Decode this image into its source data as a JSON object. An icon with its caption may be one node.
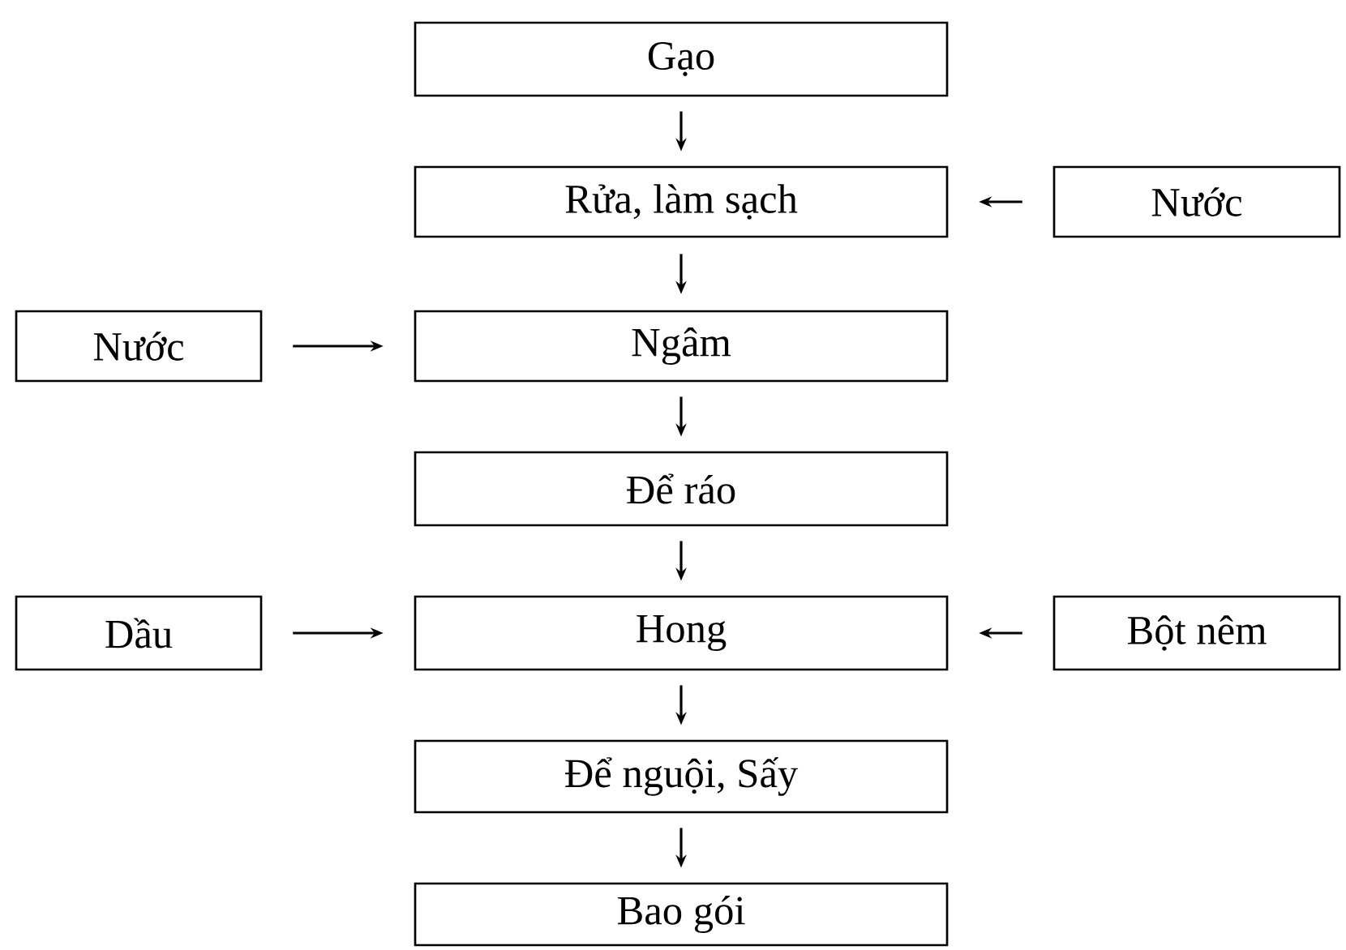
{
  "diagram": {
    "nodes": [
      {
        "text": [
          "Gạo"
        ]
      },
      {
        "text": [
          "Rửa, làm sạch"
        ]
      },
      {
        "text": [
          "Nước"
        ]
      },
      {
        "text": [
          "Nước"
        ]
      },
      {
        "text": [
          "Ngâm"
        ]
      },
      {
        "text": [
          "Để ráo"
        ]
      },
      {
        "text": [
          "Dầu"
        ]
      },
      {
        "text": [
          "Hong"
        ]
      },
      {
        "text": [
          "Bột nêm"
        ]
      },
      {
        "text": [
          "Để nguội, Sấy"
        ]
      },
      {
        "text": [
          "Bao gói"
        ]
      }
    ],
    "edges": [
      {
        "from": 0,
        "to": 1,
        "arrow": "to"
      },
      {
        "from": 2,
        "to": 1,
        "arrow": "to"
      },
      {
        "from": 3,
        "to": 4,
        "arrow": "to"
      },
      {
        "from": 1,
        "to": 4,
        "arrow": "to"
      },
      {
        "from": 4,
        "to": 5,
        "arrow": "to"
      },
      {
        "from": 5,
        "to": 7,
        "arrow": "to"
      },
      {
        "from": 6,
        "to": 7,
        "arrow": "to"
      },
      {
        "from": 8,
        "to": 7,
        "arrow": "to"
      },
      {
        "from": 7,
        "to": 9,
        "arrow": "to"
      },
      {
        "from": 9,
        "to": 10,
        "arrow": "to"
      }
    ]
  }
}
